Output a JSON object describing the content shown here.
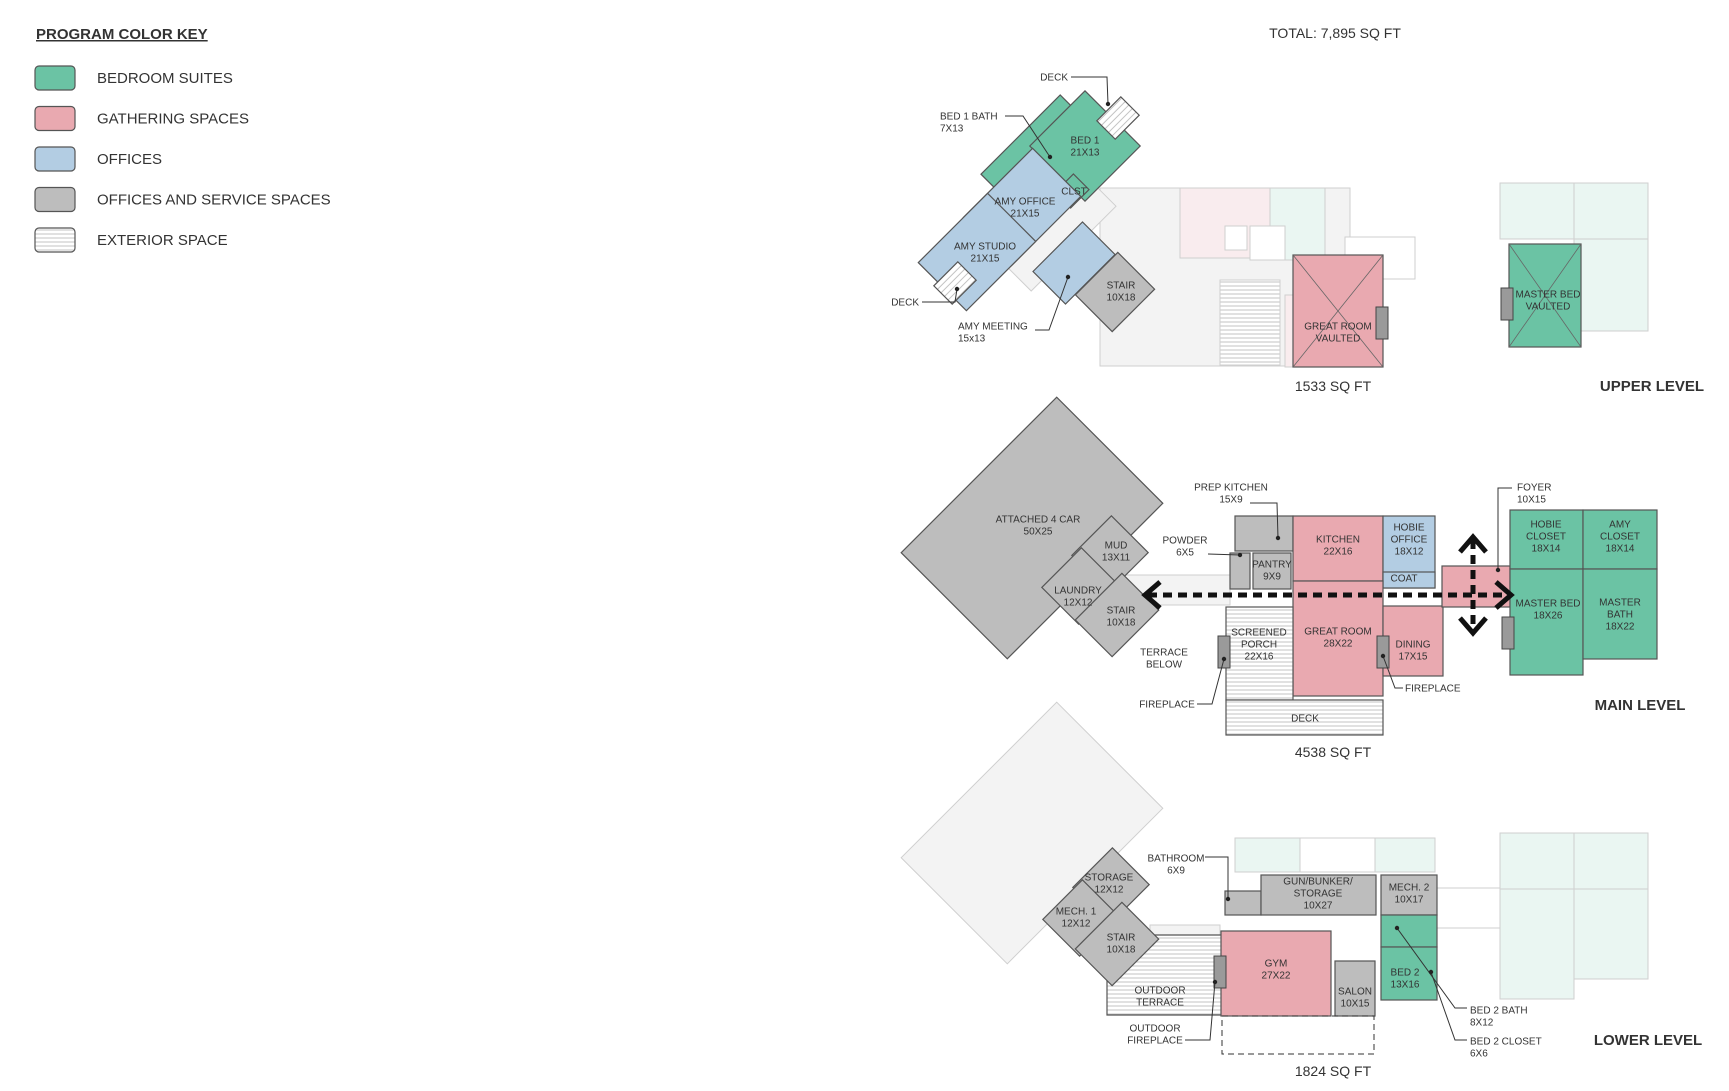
{
  "total_area": "TOTAL: 7,895 SQ FT",
  "color_key": {
    "title": "PROGRAM COLOR KEY",
    "colors": {
      "bedroom": "#6bc3a4",
      "gathering": "#e9a9b0",
      "office": "#b3cde3",
      "service": "#bdbdbd",
      "exterior": "#ffffff"
    },
    "items": [
      {
        "label": "BEDROOM SUITES"
      },
      {
        "label": "GATHERING SPACES"
      },
      {
        "label": "OFFICES"
      },
      {
        "label": "OFFICES AND SERVICE SPACES"
      },
      {
        "label": "EXTERIOR SPACE"
      }
    ]
  },
  "levels": {
    "upper": {
      "name": "UPPER LEVEL",
      "area": "1533 SQ FT",
      "rooms": {
        "bed1": [
          "BED 1",
          "21X13"
        ],
        "clst": [
          "CLST"
        ],
        "amy_office": [
          "AMY OFFICE",
          "21X15"
        ],
        "amy_studio": [
          "AMY STUDIO",
          "21X15"
        ],
        "stair": [
          "STAIR",
          "10X18"
        ],
        "great_room": [
          "GREAT ROOM",
          "VAULTED"
        ],
        "master_bed": [
          "MASTER BED",
          "VAULTED"
        ]
      },
      "callouts": {
        "deck_top": [
          "DECK"
        ],
        "bed1_bath": [
          "BED 1 BATH",
          "7X13"
        ],
        "deck_left": [
          "DECK"
        ],
        "amy_meeting": [
          "AMY MEETING",
          "15x13"
        ]
      }
    },
    "main": {
      "name": "MAIN LEVEL",
      "area": "4538 SQ FT",
      "rooms": {
        "garage": [
          "ATTACHED 4 CAR",
          "50X25"
        ],
        "mud": [
          "MUD",
          "13X11"
        ],
        "laundry": [
          "LAUNDRY",
          "12X12"
        ],
        "stair": [
          "STAIR",
          "10X18"
        ],
        "pantry": [
          "PANTRY",
          "9X9"
        ],
        "kitchen": [
          "KITCHEN",
          "22X16"
        ],
        "hobie_office": [
          "HOBIE",
          "OFFICE",
          "18X12"
        ],
        "coat": [
          "COAT"
        ],
        "great_room": [
          "GREAT ROOM",
          "28X22"
        ],
        "dining": [
          "DINING",
          "17X15"
        ],
        "screened_porch": [
          "SCREENED",
          "PORCH",
          "22X16"
        ],
        "deck": [
          "DECK"
        ],
        "hobie_closet": [
          "HOBIE",
          "CLOSET",
          "18X14"
        ],
        "amy_closet": [
          "AMY",
          "CLOSET",
          "18X14"
        ],
        "master_bed": [
          "MASTER BED",
          "18X26"
        ],
        "master_bath": [
          "MASTER",
          "BATH",
          "18X22"
        ]
      },
      "callouts": {
        "prep_kitchen": [
          "PREP KITCHEN",
          "15X9"
        ],
        "powder": [
          "POWDER",
          "6X5"
        ],
        "foyer": [
          "FOYER",
          "10X15"
        ],
        "terrace_below": [
          "TERRACE",
          "BELOW"
        ],
        "fireplace_left": [
          "FIREPLACE"
        ],
        "fireplace_right": [
          "FIREPLACE"
        ]
      }
    },
    "lower": {
      "name": "LOWER LEVEL",
      "area": "1824 SQ FT",
      "rooms": {
        "storage": [
          "STORAGE",
          "12X12"
        ],
        "mech1": [
          "MECH. 1",
          "12X12"
        ],
        "stair": [
          "STAIR",
          "10X18"
        ],
        "gun_bunker": [
          "GUN/BUNKER/",
          "STORAGE",
          "10X27"
        ],
        "mech2": [
          "MECH. 2",
          "10X17"
        ],
        "gym": [
          "GYM",
          "27X22"
        ],
        "salon": [
          "SALON",
          "10X15"
        ],
        "bed2": [
          "BED 2",
          "13X16"
        ],
        "outdoor_terrace": [
          "OUTDOOR",
          "TERRACE"
        ]
      },
      "callouts": {
        "bathroom": [
          "BATHROOM",
          "6X9"
        ],
        "outdoor_fireplace": [
          "OUTDOOR",
          "FIREPLACE"
        ],
        "bed2_bath": [
          "BED 2 BATH",
          "8X12"
        ],
        "bed2_closet": [
          "BED 2 CLOSET",
          "6X6"
        ]
      }
    }
  }
}
